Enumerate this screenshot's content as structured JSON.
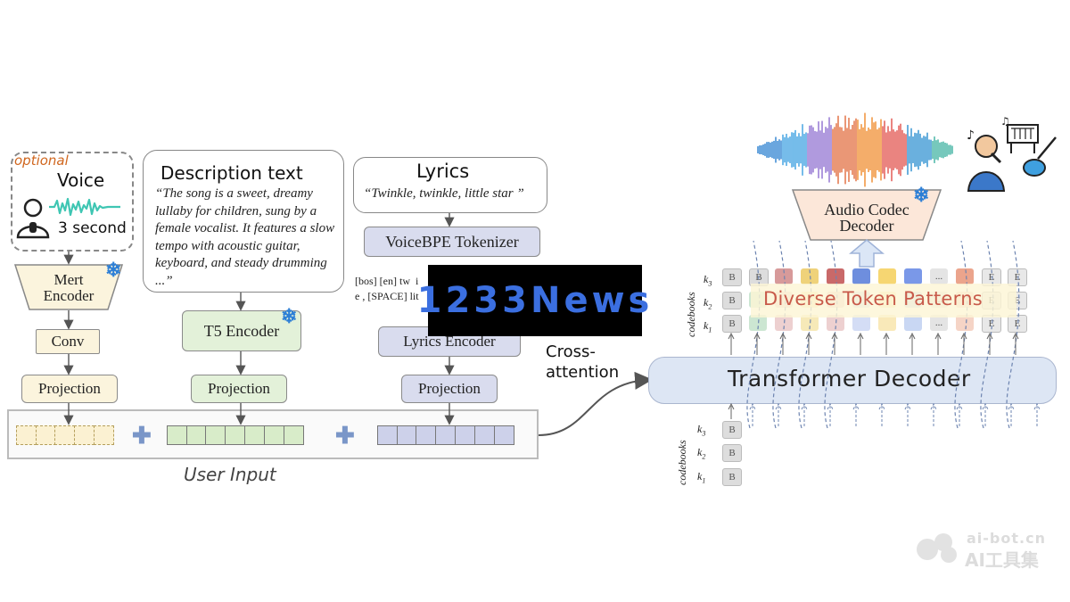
{
  "voice_block": {
    "optional_label": "optional",
    "title": "Voice",
    "duration": "3 second",
    "encoder": "Mert\nEncoder",
    "conv": "Conv",
    "projection": "Projection"
  },
  "description_block": {
    "title": "Description text",
    "text": "“The song is a sweet, dreamy lullaby for children, sung by a female vocalist. It features a slow tempo with acoustic guitar, keyboard, and steady drumming ...”",
    "encoder": "T5 Encoder",
    "projection": "Projection"
  },
  "lyrics_block": {
    "title": "Lyrics",
    "text": "“Twinkle, twinkle, little star ”",
    "tokenizer": "VoiceBPE Tokenizer",
    "tokens_line1": "[bos] [en] tw  i",
    "tokens_line2": "e , [SPACE] lit",
    "encoder": "Lyrics Encoder",
    "projection": "Projection"
  },
  "user_input_label": "User Input",
  "cross_attention_label": "Cross-\nattention",
  "decoder": {
    "transformer_label": "Transformer Decoder",
    "codebooks_label": "codebooks",
    "k3": "k",
    "k2": "k",
    "k1": "k",
    "k3_sub": "3",
    "k2_sub": "2",
    "k1_sub": "1",
    "begin_token": "B",
    "end_token": "E",
    "ellipsis_token": "...",
    "patterns_label": "Diverse Token Patterns"
  },
  "audio_codec_label": "Audio Codec\nDecoder",
  "watermark_1233": "1233News",
  "watermark_site": "ai-bot.cn",
  "watermark_site_cn": "AI工具集",
  "colors": {
    "green": "#d8ecc9",
    "purple": "#cdd1ea",
    "yellow": "#fbf1d2",
    "decoder_bg": "#dde6f4",
    "accent_blue": "#2d7fd6",
    "watermark_bg": "#000000",
    "watermark_text": "#3b6fe0"
  }
}
